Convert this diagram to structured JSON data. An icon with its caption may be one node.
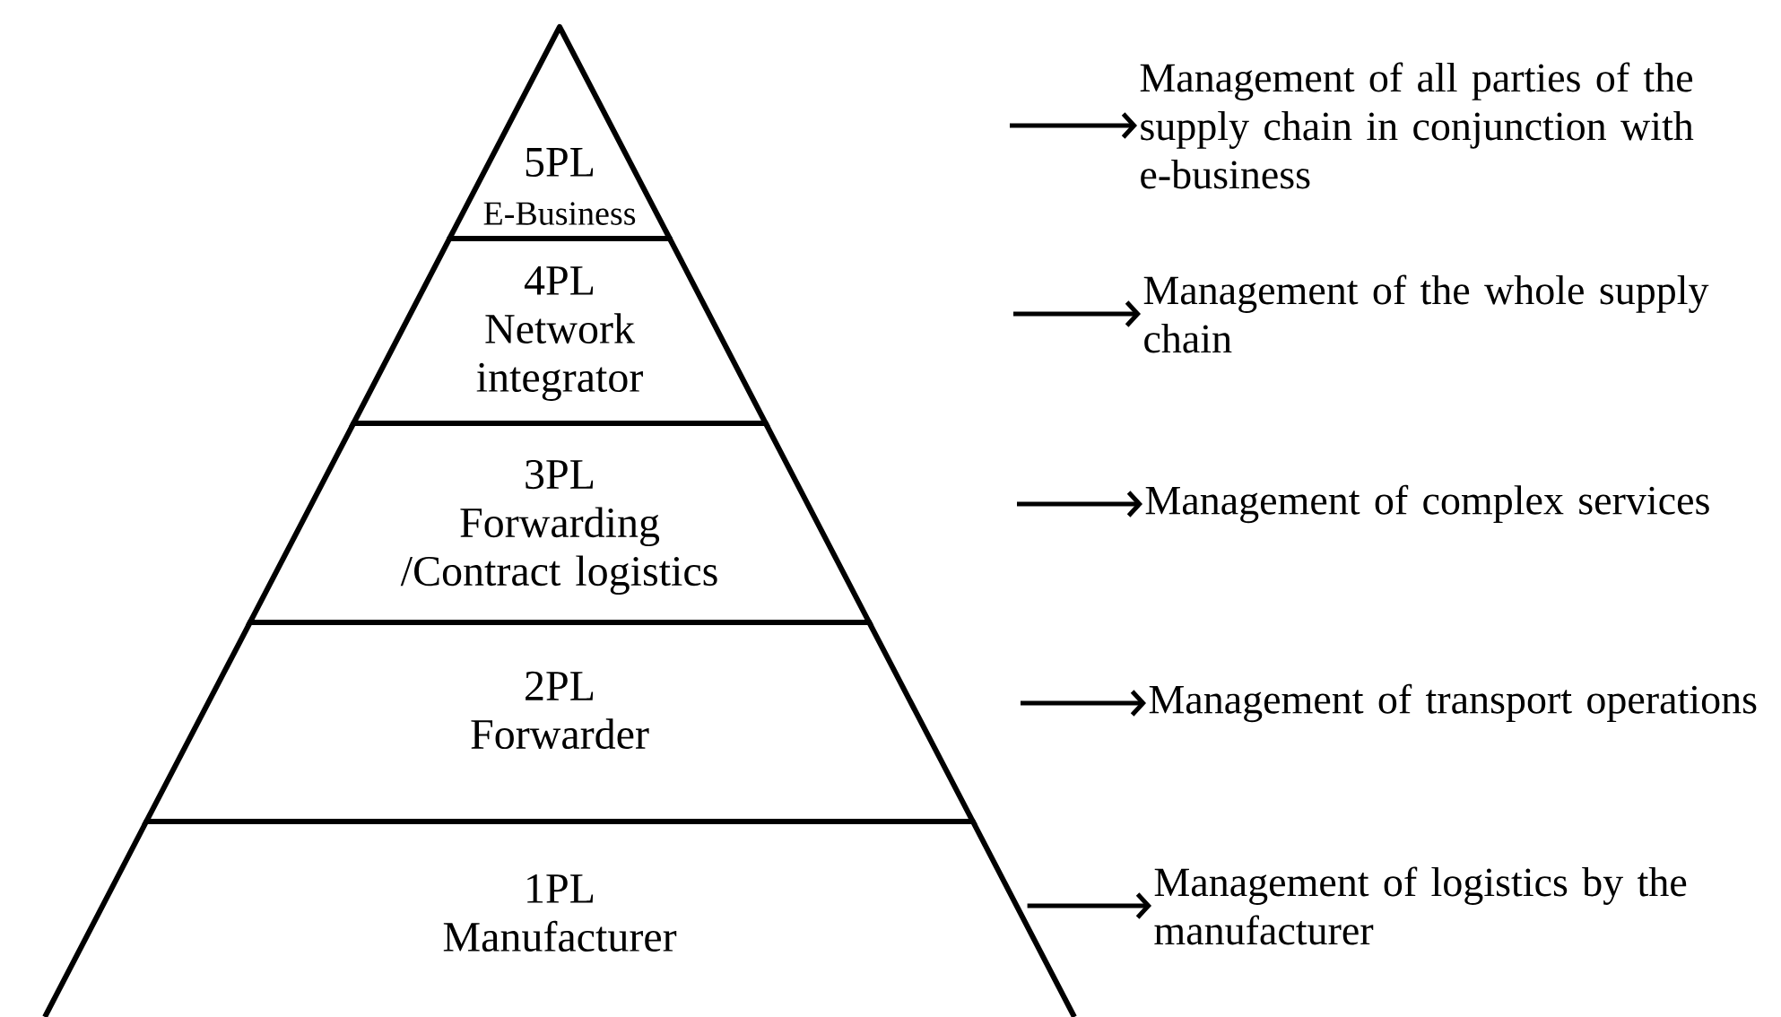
{
  "diagram": {
    "nodes": [
      {
        "text": [
          "5PL",
          "E-Business"
        ]
      },
      {
        "text": [
          "4PL",
          "Network integrator"
        ]
      },
      {
        "text": [
          "3PL",
          "Forwarding /Contract logistics"
        ]
      },
      {
        "text": [
          "2PL",
          "Forwarder"
        ]
      },
      {
        "text": [
          "1PL",
          "Manufacturer"
        ]
      },
      {
        "text": [
          "Management of all parties of the supply chain in conjunction with e-business"
        ]
      },
      {
        "text": [
          "Management of the whole supply chain"
        ]
      },
      {
        "text": [
          "Management of complex services"
        ]
      },
      {
        "text": [
          "Management of transport operations"
        ]
      },
      {
        "text": [
          "Management of logistics by the manufacturer"
        ]
      }
    ],
    "edges": [
      {
        "from": null,
        "to": 5,
        "arrow": "to"
      },
      {
        "from": null,
        "to": 6,
        "arrow": "to"
      },
      {
        "from": null,
        "to": 7,
        "arrow": "to"
      },
      {
        "from": null,
        "to": 8,
        "arrow": "to"
      },
      {
        "from": 4,
        "to": 9,
        "arrow": "to"
      }
    ]
  }
}
